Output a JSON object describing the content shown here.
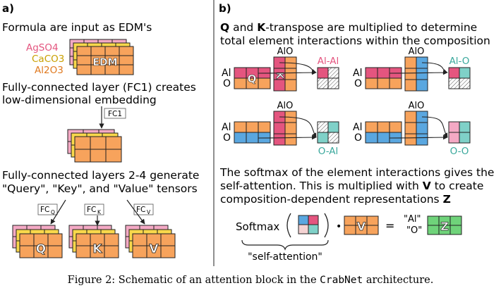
{
  "colors": {
    "orange": "#F7A35C",
    "yellow": "#F9D84B",
    "pink": "#F4A9C4",
    "magenta": "#E4557F",
    "blue": "#5AA7E0",
    "teal": "#7FD1C8",
    "green": "#6FD37A",
    "hatch": "#555555",
    "stroke": "#222222"
  },
  "panel_a": {
    "label": "a)",
    "line1": "Formula are input as EDM's",
    "formulas": [
      "AgSO4",
      "CaCO3",
      "Al2O3"
    ],
    "edm_label": "EDM",
    "line2a": "Fully-connected layer (FC1) creates",
    "line2b": "low-dimensional embedding",
    "fc1": "FC1",
    "line3a": "Fully-connected layers 2-4 generate",
    "line3b": "\"Query\", \"Key\", and \"Value\" tensors",
    "fc": "FC",
    "subs": [
      "Q",
      "K",
      "V"
    ],
    "tensors": [
      "Q",
      "K",
      "V"
    ]
  },
  "panel_b": {
    "label": "b)",
    "line1_a": "Q",
    "line1_b": " and ",
    "line1_c": "K",
    "line1_d": "-transpose are multiplied to determine",
    "line2": "total element interactions within the composition",
    "elements": [
      "Al",
      "O"
    ],
    "k_label": "AlO",
    "q_glyph": "Q",
    "k_glyph": "K",
    "dot": "•",
    "interactions": [
      "Al-Al",
      "Al-O",
      "O-Al",
      "O-O"
    ],
    "softmax_line1": "The softmax of the element interactions gives the",
    "softmax_line2_a": "self-attention. This is multiplied with ",
    "softmax_line2_b": "V",
    "softmax_line2_c": " to create",
    "softmax_line3_a": "composition-dependent representations ",
    "softmax_line3_b": "Z",
    "softmax_word": "Softmax",
    "v_glyph": "V",
    "equals": "=",
    "out_al": "\"Al\"",
    "out_o": "\"O\"",
    "z_glyph": "Z",
    "self_attention": "\"self-attention\""
  },
  "caption": {
    "prefix": "Figure 2: Schematic of an attention block in the ",
    "code": "CrabNet",
    "suffix": " architecture."
  }
}
